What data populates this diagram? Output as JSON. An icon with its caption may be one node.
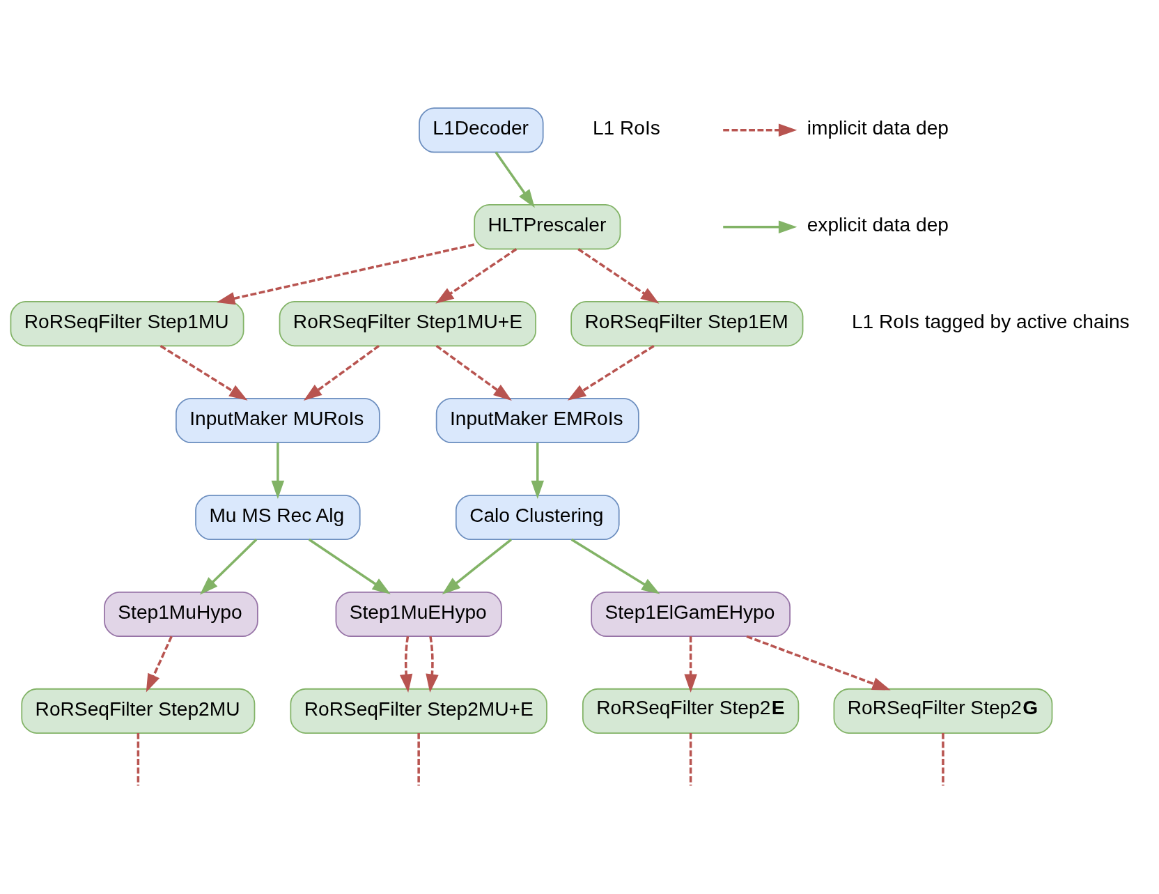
{
  "diagram": {
    "nodes": [
      {
        "text": [
          "L1Decoder"
        ]
      },
      {
        "text": [
          "HLTPrescaler"
        ]
      },
      {
        "text": [
          "RoRSeqFilter Step1MU"
        ]
      },
      {
        "text": [
          "RoRSeqFilter Step1MU+E"
        ]
      },
      {
        "text": [
          "RoRSeqFilter Step1EM"
        ]
      },
      {
        "text": [
          "InputMaker MURoIs"
        ]
      },
      {
        "text": [
          "InputMaker EMRoIs"
        ]
      },
      {
        "text": [
          "Mu MS Rec Alg"
        ]
      },
      {
        "text": [
          "Calo Clustering"
        ]
      },
      {
        "text": [
          "Step1MuHypo"
        ]
      },
      {
        "text": [
          "Step1MuEHypo"
        ]
      },
      {
        "text": [
          "Step1ElGamEHypo"
        ]
      },
      {
        "text": [
          "RoRSeqFilter Step2MU"
        ]
      },
      {
        "text": [
          "RoRSeqFilter Step2MU+E"
        ]
      },
      {
        "text": [
          "RoRSeqFilter Step2**E**"
        ]
      },
      {
        "text": [
          "RoRSeqFilter Step2**G**"
        ]
      }
    ],
    "edges": [
      {
        "from": 0,
        "to": 1,
        "arrow": "to",
        "color": "#82b366"
      },
      {
        "from": 1,
        "to": 2,
        "arrow": "to",
        "style": "dashed"
      },
      {
        "from": 1,
        "to": 3,
        "arrow": "to",
        "style": "dashed"
      },
      {
        "from": 1,
        "to": 4,
        "arrow": "to",
        "style": "dashed"
      },
      {
        "from": 2,
        "to": 5,
        "arrow": "to",
        "style": "dashed"
      },
      {
        "from": 3,
        "to": 5,
        "arrow": "to",
        "style": "dashed"
      },
      {
        "from": 3,
        "to": 6,
        "arrow": "to",
        "style": "dashed"
      },
      {
        "from": 4,
        "to": 6,
        "arrow": "to",
        "style": "dashed"
      },
      {
        "from": 5,
        "to": 7,
        "arrow": "to",
        "color": "#82b366"
      },
      {
        "from": 6,
        "to": 8,
        "arrow": "to",
        "color": "#82b366"
      },
      {
        "from": 7,
        "to": 9,
        "arrow": "to",
        "color": "#82b366"
      },
      {
        "from": 7,
        "to": 10,
        "arrow": "to",
        "color": "#82b366"
      },
      {
        "from": 8,
        "to": 10,
        "arrow": "to",
        "color": "#82b366"
      },
      {
        "from": 8,
        "to": 11,
        "arrow": "to",
        "color": "#82b366"
      },
      {
        "from": 9,
        "to": 12,
        "arrow": "to",
        "style": "dashed"
      },
      {
        "from": 10,
        "to": 13,
        "arrow": "to",
        "style": "dashed"
      },
      {
        "from": 10,
        "to": 13,
        "arrow": "to",
        "style": "dashed"
      },
      {
        "from": 11,
        "to": 14,
        "arrow": "to",
        "style": "dashed"
      },
      {
        "from": 11,
        "to": 15,
        "arrow": "to",
        "style": "dashed"
      },
      {
        "from": 12,
        "to": null,
        "arrow": "none",
        "style": "dashed"
      },
      {
        "from": 13,
        "to": null,
        "arrow": "none",
        "style": "dashed"
      },
      {
        "from": 14,
        "to": null,
        "arrow": "none",
        "style": "dashed"
      },
      {
        "from": 15,
        "to": null,
        "arrow": "none",
        "style": "dashed"
      }
    ],
    "labels": [
      "L1 RoIs",
      "L1 RoIs tagged by active chains"
    ],
    "legend": [
      {
        "text": "implicit data dep"
      },
      {
        "text": "explicit data dep"
      }
    ]
  }
}
